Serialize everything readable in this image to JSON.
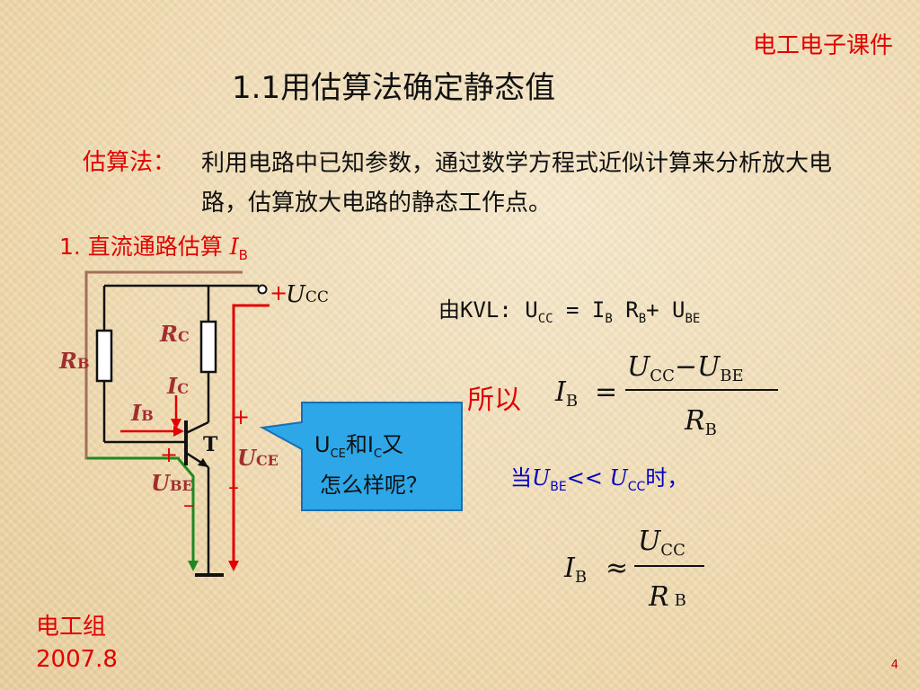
{
  "slide": {
    "course": "电工电子课件",
    "title": "1.1用估算法确定静态值",
    "definition_label": "估算法：",
    "definition_text": "利用电路中已知参数，通过数学方程式近似计算来分析放大电路，估算放大电路的静态工作点。",
    "section_prefix": "1.  直流通路估算  ",
    "section_var": "I",
    "section_sub": "B",
    "page_number": "4",
    "footer_group": "电工组",
    "footer_date": "2007.8"
  },
  "kvl": {
    "prefix": "由KVL:  U",
    "u_cc_sub": "CC",
    "eq": " = I",
    "i_b_sub": "B",
    "r": " R",
    "r_b_sub": "B",
    "plus": "+ U",
    "u_be_sub": "BE"
  },
  "formula1": {
    "label": "所以",
    "lhs": "I",
    "lhs_sub": "B",
    "equals": "=",
    "num_u1": "U",
    "num_cc": "CC",
    "minus": "−",
    "num_u2": "U",
    "num_be": "BE",
    "den_r": "R",
    "den_b": "B"
  },
  "condition": {
    "prefix": "当",
    "u1": "U",
    "be": "BE",
    "ll": "<<",
    "u2": "U",
    "cc": "CC",
    "suffix": "时，"
  },
  "formula2": {
    "lhs": "I",
    "lhs_sub": "B",
    "approx": "≈",
    "num_u": "U",
    "num_cc": "CC",
    "den_r": "R",
    "den_b": "B"
  },
  "callout": {
    "u": "U",
    "ce": "CE",
    "he": "和I",
    "c": "C",
    "you": "又",
    "line2": "怎么样呢？"
  },
  "circuit": {
    "plus_ucc": "+",
    "ucc_u": "U",
    "ucc_sub": "CC",
    "rc_r": "R",
    "rc_sub": "C",
    "rb_r": "R",
    "rb_sub": "B",
    "ic_i": "I",
    "ic_sub": "C",
    "ib_i": "I",
    "ib_sub": "B",
    "t": "T",
    "plus_uce": "+",
    "uce_u": "U",
    "uce_sub": "CE",
    "minus_uce": "–",
    "plus_ube": "+",
    "ube_u": "U",
    "ube_sub": "BE",
    "minus_ube": "–"
  },
  "colors": {
    "accent_red": "#e00000",
    "callout_fill": "#2da7e8",
    "blue_text": "#0000c0",
    "green_path": "#1d8a1d",
    "brown_path": "#a0705a"
  }
}
